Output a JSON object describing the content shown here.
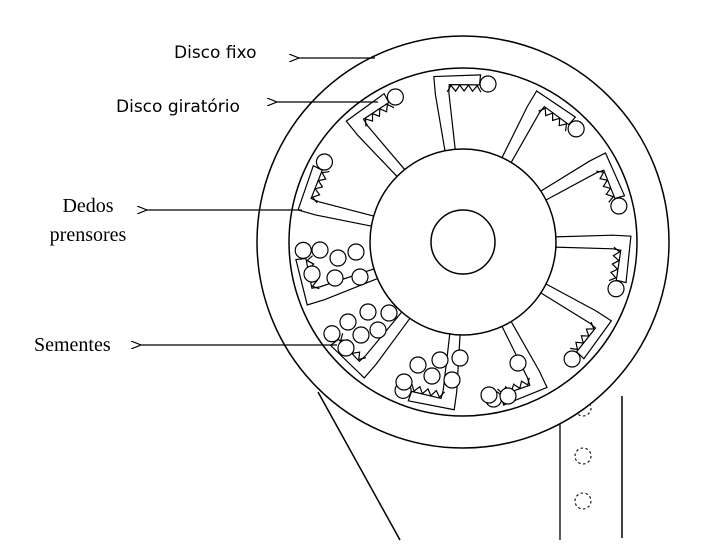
{
  "labels": {
    "fixed_disc": "Disco fixo",
    "rotating_disc": "Disco giratório",
    "fingers_line1": "Dedos",
    "fingers_line2": "prensores",
    "seeds": "Sementes"
  },
  "colors": {
    "stroke": "#000000",
    "background": "#ffffff"
  }
}
